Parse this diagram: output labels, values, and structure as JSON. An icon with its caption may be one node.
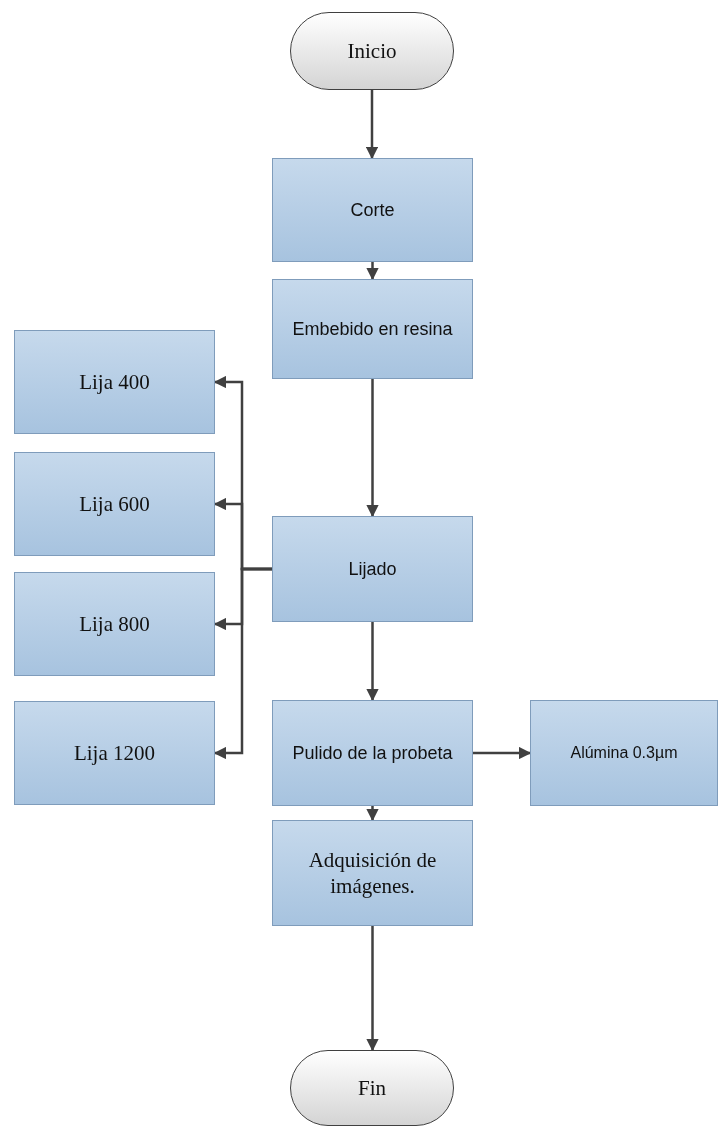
{
  "diagram": {
    "nodes": [
      {
        "text": [
          "Inicio"
        ]
      },
      {
        "text": [
          "Corte"
        ]
      },
      {
        "text": [
          "Embebido en resina"
        ]
      },
      {
        "text": [
          "Lija 400"
        ]
      },
      {
        "text": [
          "Lija 600"
        ]
      },
      {
        "text": [
          "Lijado"
        ]
      },
      {
        "text": [
          "Lija 800"
        ]
      },
      {
        "text": [
          "Lija 1200"
        ]
      },
      {
        "text": [
          "Pulido de la probeta"
        ]
      },
      {
        "text": [
          "Alúmina 0.3µm"
        ]
      },
      {
        "text": [
          "Adquisición de imágenes."
        ]
      },
      {
        "text": [
          "Fin"
        ]
      }
    ],
    "edges": [
      {
        "from": 0,
        "to": 1,
        "arrow": "to"
      },
      {
        "from": 1,
        "to": 2,
        "arrow": "to"
      },
      {
        "from": 2,
        "to": 5,
        "arrow": "to"
      },
      {
        "from": 5,
        "to": 3,
        "arrow": "to"
      },
      {
        "from": 5,
        "to": 4,
        "arrow": "to"
      },
      {
        "from": 5,
        "to": 6,
        "arrow": "to"
      },
      {
        "from": 5,
        "to": 7,
        "arrow": "to"
      },
      {
        "from": 5,
        "to": 8,
        "arrow": "to"
      },
      {
        "from": 8,
        "to": 9,
        "arrow": "to"
      },
      {
        "from": 8,
        "to": 10,
        "arrow": "to"
      },
      {
        "from": 10,
        "to": 11,
        "arrow": "to"
      }
    ]
  }
}
